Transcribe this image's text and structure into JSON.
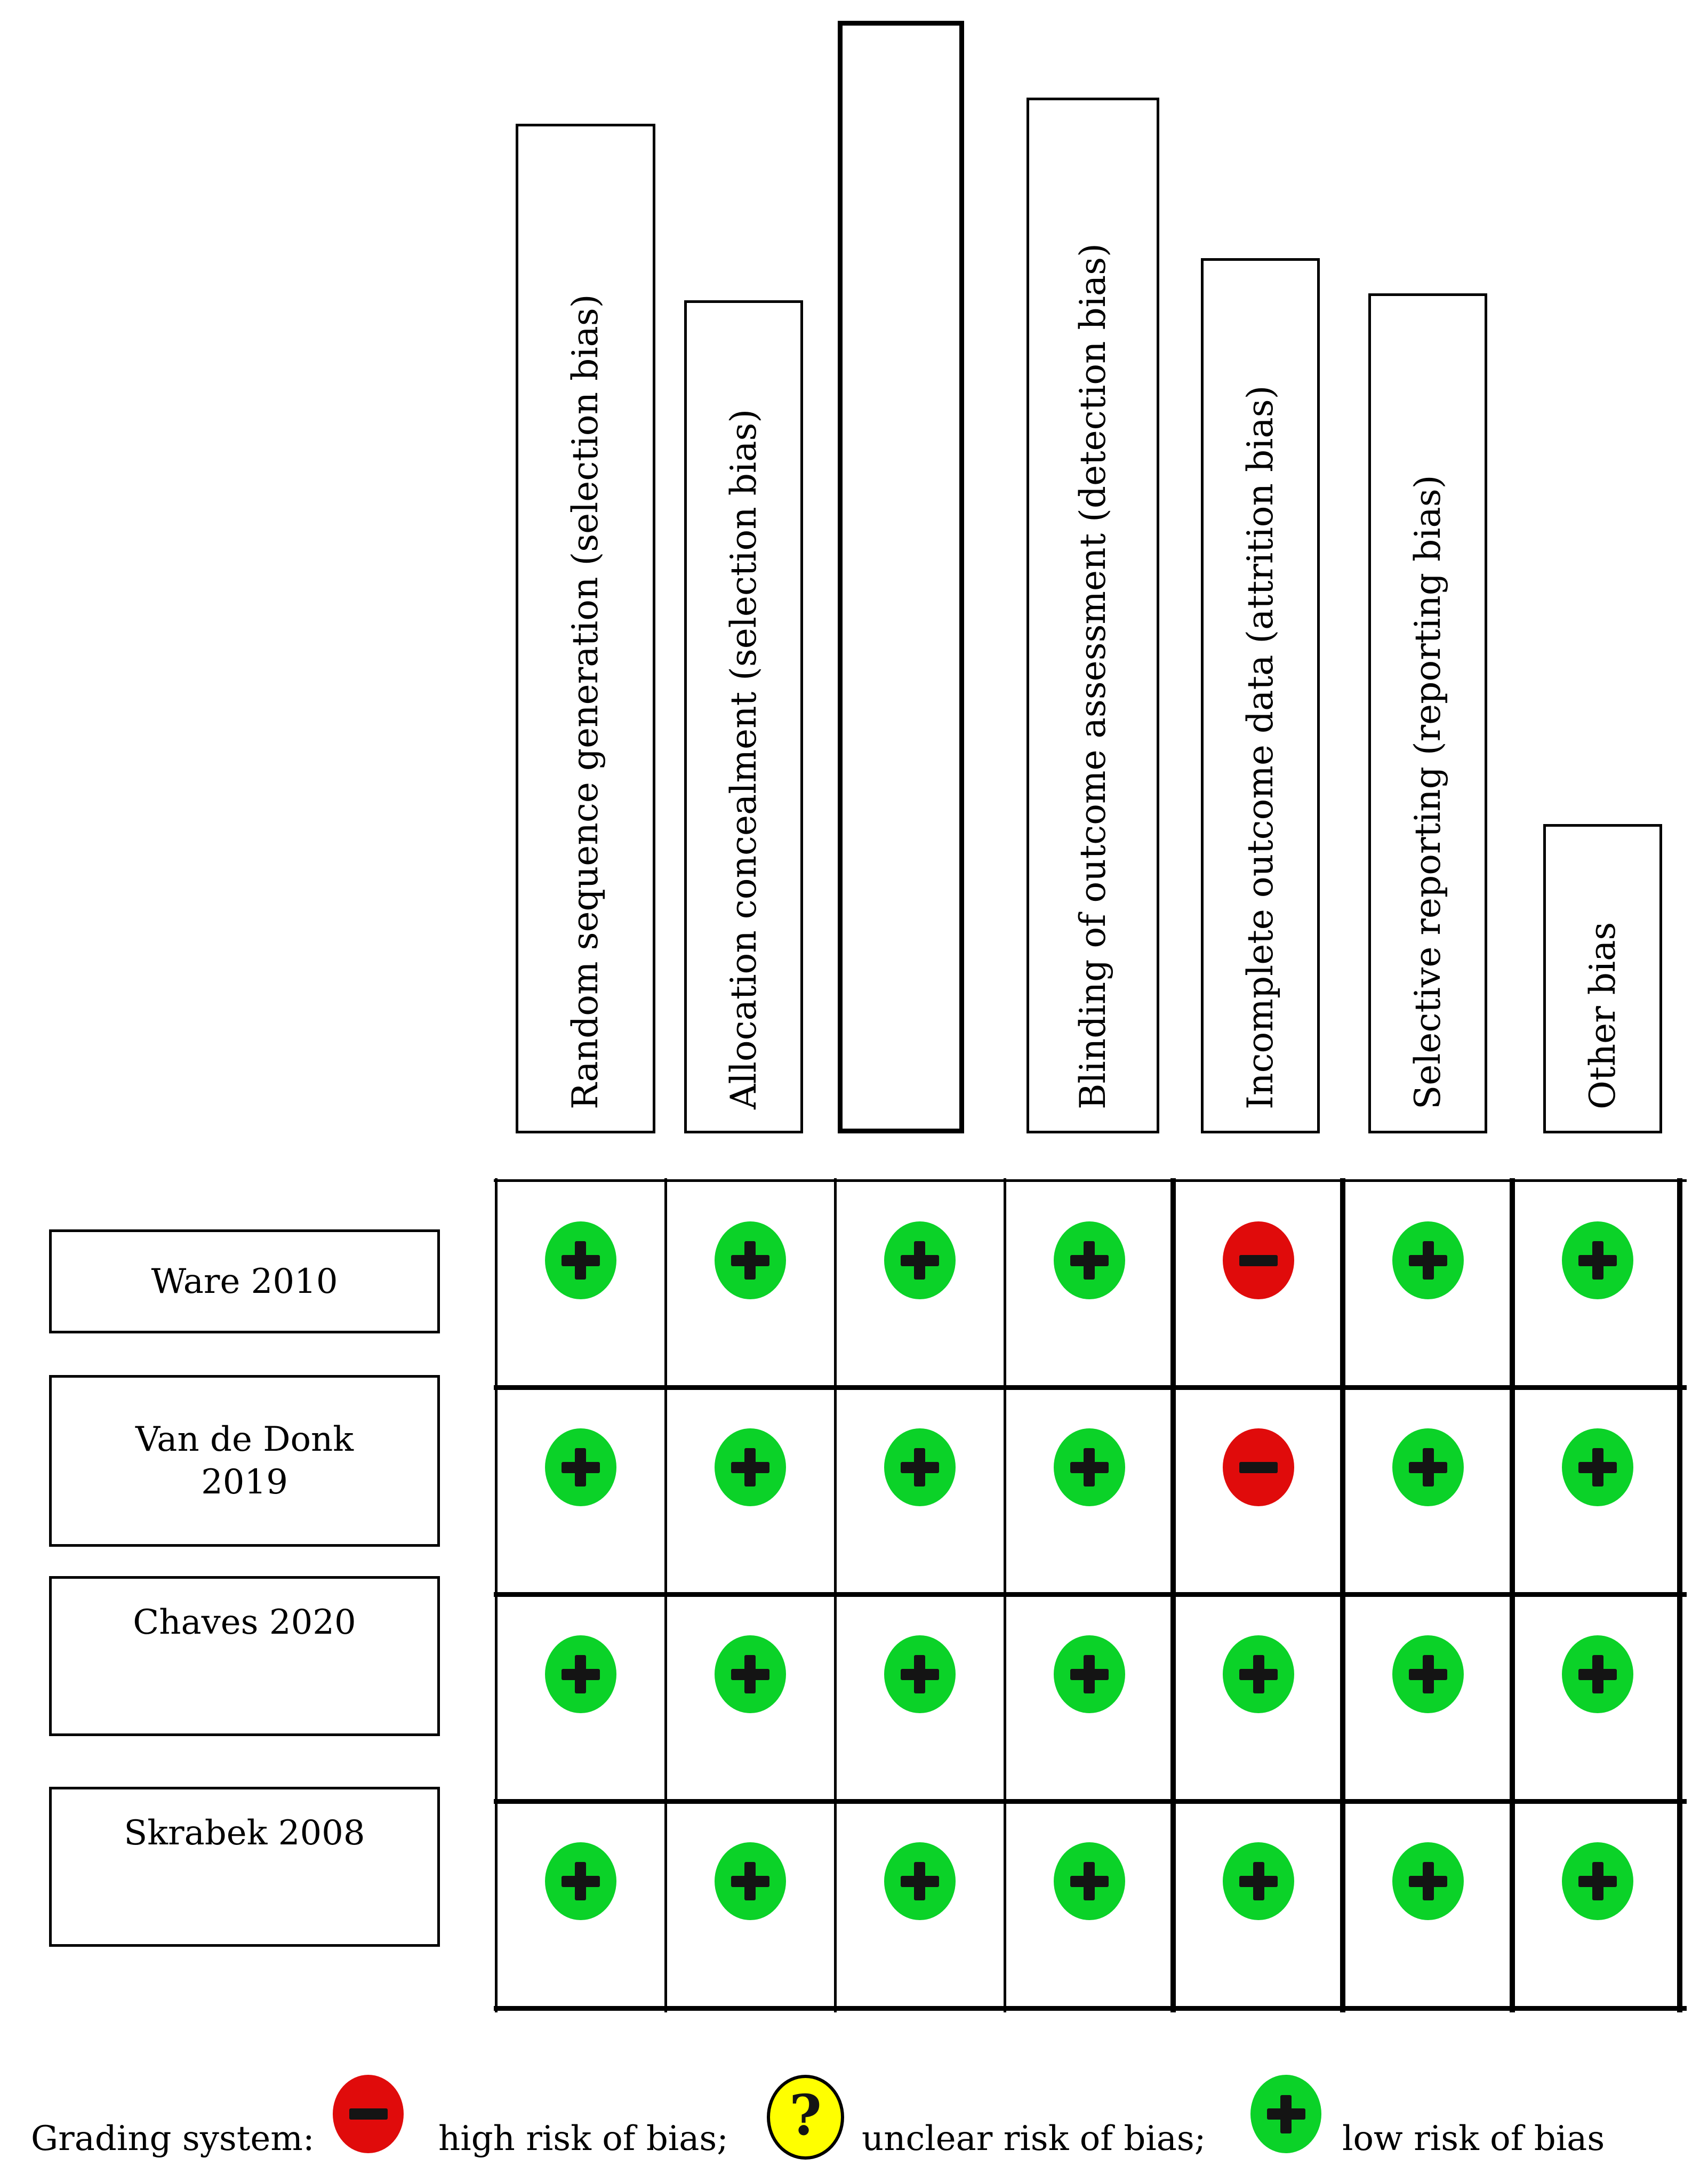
{
  "columns": [
    {
      "label": "Random sequence generation (selection bias)"
    },
    {
      "label": "Allocation concealment (selection bias)"
    },
    {
      "label": ""
    },
    {
      "label": "Blinding of outcome assessment (detection bias)"
    },
    {
      "label": "Incomplete outcome data (attrition bias)"
    },
    {
      "label": "Selective reporting (reporting bias)"
    },
    {
      "label": "Other bias"
    }
  ],
  "studies": [
    {
      "name": "Ware 2010",
      "name_lines": [
        "Ware 2010"
      ],
      "grades": [
        "low",
        "low",
        "low",
        "low",
        "high",
        "low",
        "low"
      ]
    },
    {
      "name": "Van de Donk 2019",
      "name_lines": [
        "Van de Donk",
        "2019"
      ],
      "grades": [
        "low",
        "low",
        "low",
        "low",
        "high",
        "low",
        "low"
      ]
    },
    {
      "name": "Chaves 2020",
      "name_lines": [
        "Chaves 2020"
      ],
      "grades": [
        "low",
        "low",
        "low",
        "low",
        "low",
        "low",
        "low"
      ]
    },
    {
      "name": "Skrabek 2008",
      "name_lines": [
        "Skrabek 2008"
      ],
      "grades": [
        "low",
        "low",
        "low",
        "low",
        "low",
        "low",
        "low"
      ]
    }
  ],
  "legend": {
    "title": "Grading system:",
    "items": [
      {
        "grade": "high",
        "icon": "minus-icon",
        "label": "high risk of bias;"
      },
      {
        "grade": "unclear",
        "icon": "question-mark-icon",
        "label": "unclear risk of bias;"
      },
      {
        "grade": "low",
        "icon": "plus-icon",
        "label": "low risk of bias"
      }
    ]
  },
  "colors": {
    "low": "#0bd228",
    "high": "#e00b0b",
    "unclear": "#ffff00",
    "symbol": "#141414",
    "line": "#000000"
  },
  "chart_data": {
    "type": "heatmap",
    "x_categories": [
      "Random sequence generation (selection bias)",
      "Allocation concealment (selection bias)",
      "",
      "Blinding of outcome assessment (detection bias)",
      "Incomplete outcome data (attrition bias)",
      "Selective reporting (reporting bias)",
      "Other bias"
    ],
    "y_categories": [
      "Ware 2010",
      "Van de Donk 2019",
      "Chaves 2020",
      "Skrabek 2008"
    ],
    "values": [
      [
        "low",
        "low",
        "low",
        "low",
        "high",
        "low",
        "low"
      ],
      [
        "low",
        "low",
        "low",
        "low",
        "high",
        "low",
        "low"
      ],
      [
        "low",
        "low",
        "low",
        "low",
        "low",
        "low",
        "low"
      ],
      [
        "low",
        "low",
        "low",
        "low",
        "low",
        "low",
        "low"
      ]
    ],
    "value_encoding": {
      "low": "green plus",
      "high": "red minus",
      "unclear": "yellow question mark"
    },
    "legend_title": "Grading system:",
    "legend_entries": [
      "high risk of bias;",
      "unclear risk of bias;",
      "low risk of bias"
    ],
    "grid": "on",
    "legend_position": "bottom"
  }
}
